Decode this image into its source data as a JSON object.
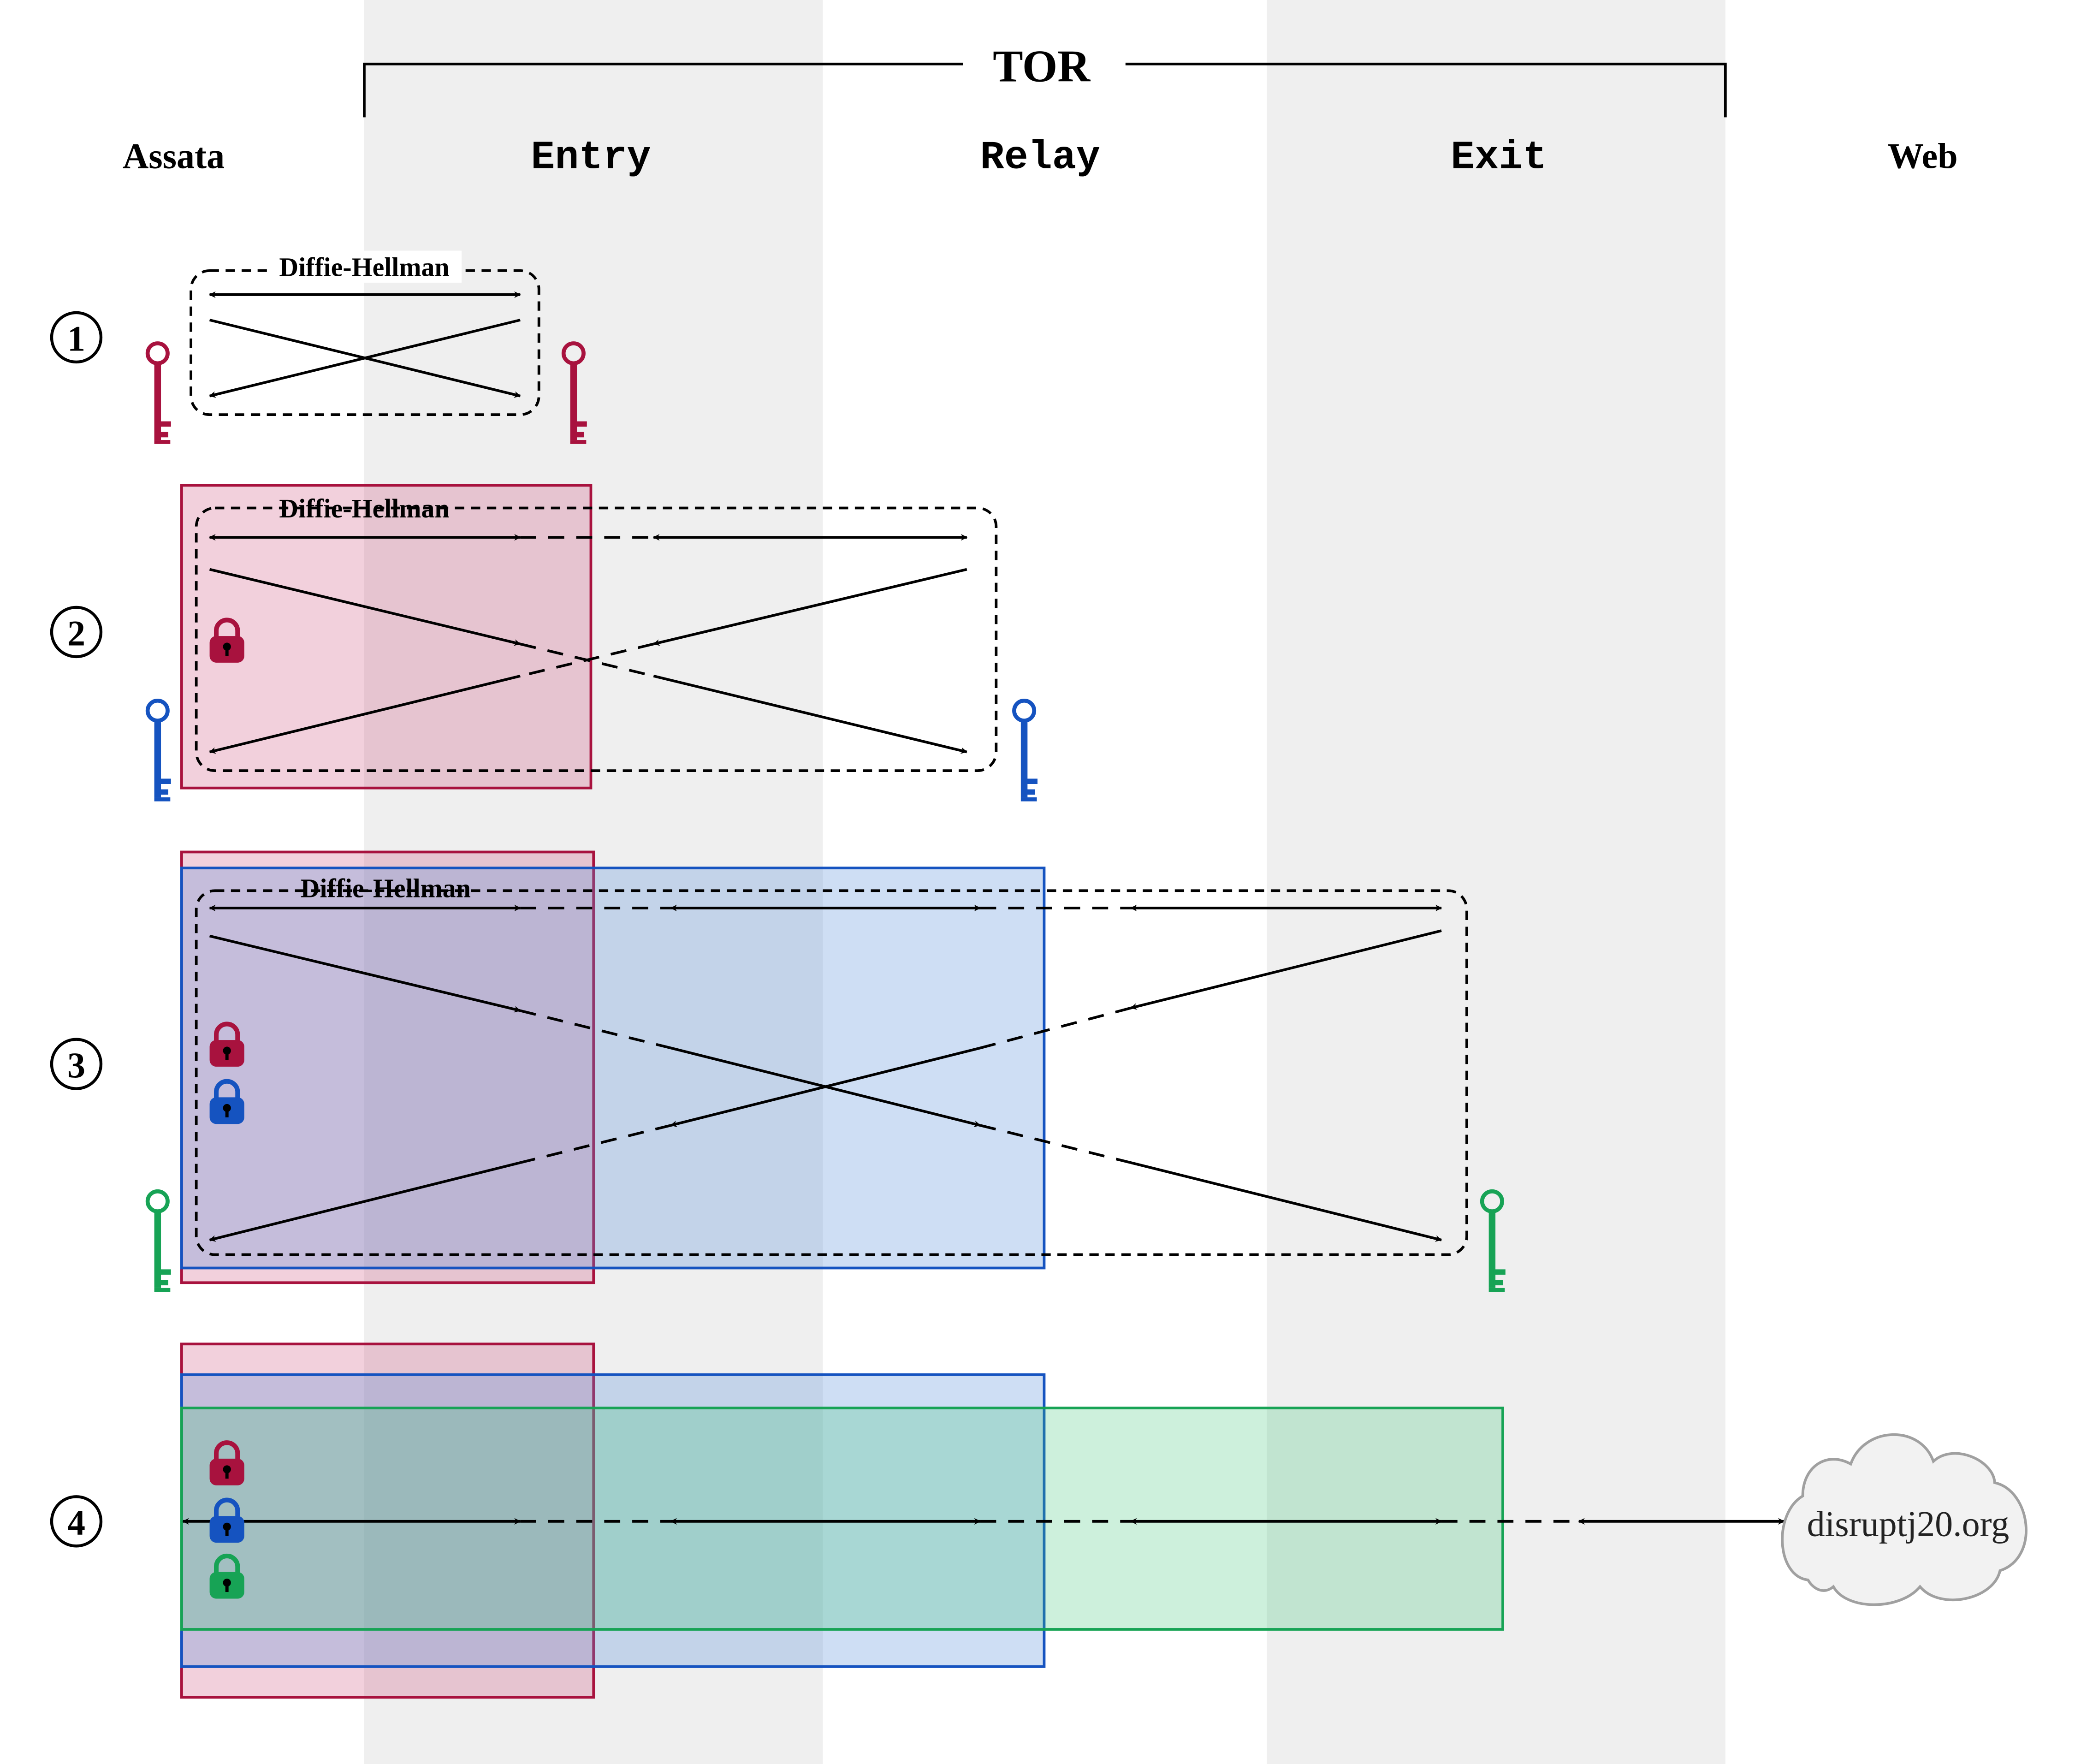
{
  "title": "TOR",
  "columns": {
    "assata": "Assata",
    "entry": "Entry",
    "relay": "Relay",
    "exit": "Exit",
    "web": "Web"
  },
  "handshake_label": "Diffie-Hellman",
  "steps": [
    "1",
    "2",
    "3",
    "4"
  ],
  "destination": "disruptj20.org",
  "colors": {
    "lane_shade": "#efefef",
    "red": "#a8123e",
    "blue": "#1553c0",
    "green": "#17a355",
    "red_fill": "rgba(205,73,118,0.26)",
    "blue_fill": "rgba(93,146,220,0.30)",
    "green_fill": "rgba(60,196,120,0.26)"
  },
  "icons": {
    "key": "key-icon",
    "lock": "padlock-icon",
    "cloud": "cloud-icon"
  }
}
